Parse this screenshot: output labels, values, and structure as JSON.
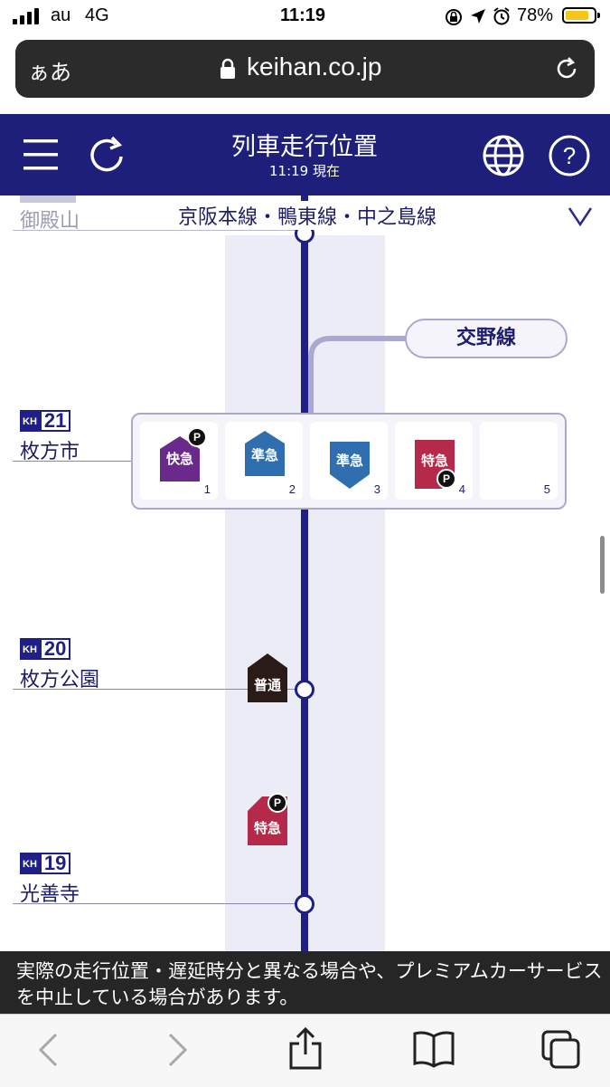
{
  "status_bar": {
    "carrier": "au",
    "network": "4G",
    "time": "11:19",
    "battery": "78%"
  },
  "browser": {
    "text_size_button": "ぁあ",
    "domain": "keihan.co.jp"
  },
  "header": {
    "title": "列車走行位置",
    "subtitle": "11:19 現在"
  },
  "line_selector": {
    "label": "京阪本線・鴨東線・中之島線"
  },
  "top_station": {
    "name": "御殿山"
  },
  "branch": {
    "label": "交野線"
  },
  "stations": [
    {
      "code_prefix": "KH",
      "code_number": "21",
      "name": "枚方市"
    },
    {
      "code_prefix": "KH",
      "code_number": "20",
      "name": "枚方公園"
    },
    {
      "code_prefix": "KH",
      "code_number": "19",
      "name": "光善寺"
    }
  ],
  "platform_tracks": [
    {
      "number": "1",
      "train": "快急",
      "premium": "P",
      "color": "#6a2a8c"
    },
    {
      "number": "2",
      "train": "準急",
      "premium": "",
      "color": "#2f6fb0"
    },
    {
      "number": "3",
      "train": "準急",
      "premium": "",
      "color": "#2f6fb0"
    },
    {
      "number": "4",
      "train": "特急",
      "premium": "P",
      "color": "#b52a4a"
    },
    {
      "number": "5",
      "train": "",
      "premium": "",
      "color": ""
    }
  ],
  "trains_on_line": [
    {
      "label": "普通",
      "premium": "",
      "color": "#2b1b17"
    },
    {
      "label": "特急",
      "premium": "P",
      "color": "#b52a4a"
    }
  ],
  "notice": {
    "text": "実際の走行位置・遅延時分と異なる場合や、プレミアムカーサービスを中止している場合があります。"
  },
  "toolbar": {
    "icons": [
      "back-icon",
      "forward-icon",
      "share-icon",
      "bookmarks-icon",
      "tabs-icon"
    ]
  },
  "colors": {
    "header_bg": "#1e1f7a",
    "line": "#1e1f87"
  }
}
